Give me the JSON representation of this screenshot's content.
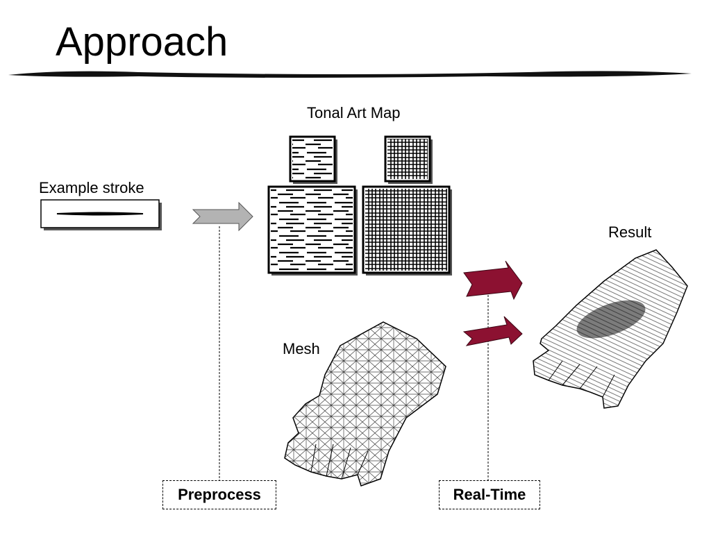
{
  "slide": {
    "title": "Approach"
  },
  "labels": {
    "tonal_art_map": "Tonal Art Map",
    "example_stroke": "Example stroke",
    "result": "Result",
    "mesh": "Mesh"
  },
  "stages": {
    "preprocess": "Preprocess",
    "real_time": "Real-Time"
  },
  "colors": {
    "arrow_preprocess": "#b3b3b3",
    "arrow_realtime": "#8c1131",
    "text": "#000000"
  }
}
